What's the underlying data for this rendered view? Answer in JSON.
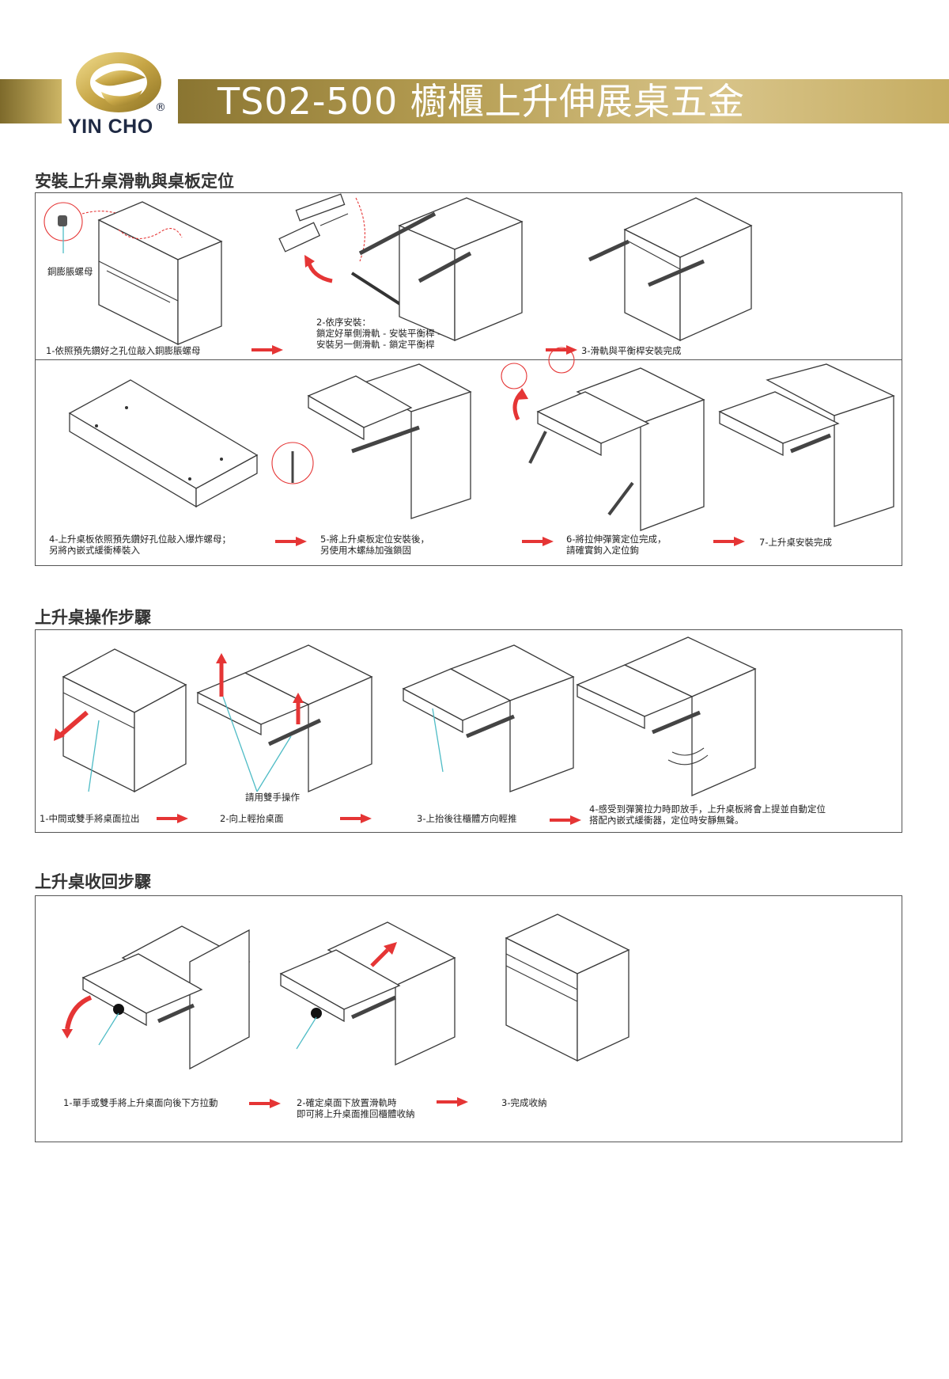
{
  "header": {
    "title": "TS02-500 櫥櫃上升伸展桌五金",
    "brand": "YIN CHO",
    "registered_mark": "®",
    "colors": {
      "gold_dark": "#8a7531",
      "gold_light": "#d8c489",
      "brand_navy": "#1f2a44"
    }
  },
  "sections": [
    {
      "heading": "安裝上升桌滑軌與桌板定位",
      "callout": "銅膨脹螺母",
      "steps": [
        {
          "text": "1-依照預先鑽好之孔位敲入銅膨脹螺母"
        },
        {
          "text": "2-依序安裝：",
          "lines": [
            "鎖定好單側滑軌 - 安裝平衡桿 -",
            "安裝另一側滑軌 - 鎖定平衡桿"
          ]
        },
        {
          "text": "3-滑軌與平衡桿安裝完成"
        },
        {
          "text": "4-上升桌板依照預先鑽好孔位敲入爆炸螺母；",
          "lines": [
            "另將內嵌式緩衝棒裝入"
          ]
        },
        {
          "text": "5-將上升桌板定位安裝後，",
          "lines": [
            "另使用木螺絲加強鎖固"
          ]
        },
        {
          "text": "6-將拉伸彈簧定位完成，",
          "lines": [
            "請確實鉤入定位鉤"
          ]
        },
        {
          "text": "7-上升桌安裝完成"
        }
      ]
    },
    {
      "heading": "上升桌操作步驟",
      "callout": "請用雙手操作",
      "steps": [
        {
          "text": "1-中間或雙手將桌面拉出"
        },
        {
          "text": "2-向上輕抬桌面"
        },
        {
          "text": "3-上抬後往櫃體方向輕推"
        },
        {
          "text": "4-感受到彈簧拉力時即放手，上升桌板將會上提並自動定位",
          "lines": [
            "搭配內嵌式緩衝器，定位時安靜無聲。"
          ]
        }
      ]
    },
    {
      "heading": "上升桌收回步驟",
      "steps": [
        {
          "text": "1-單手或雙手將上升桌面向後下方拉動"
        },
        {
          "text": "2-確定桌面下放置滑軌時",
          "lines": [
            "即可將上升桌面推回櫃體收納"
          ]
        },
        {
          "text": "3-完成收納"
        }
      ]
    }
  ],
  "icons": [
    "step-arrow-icon",
    "logo-emblem-icon"
  ],
  "accent_colors": {
    "arrow_red": "#e53535",
    "pointer_cyan": "#4fbcc6"
  }
}
